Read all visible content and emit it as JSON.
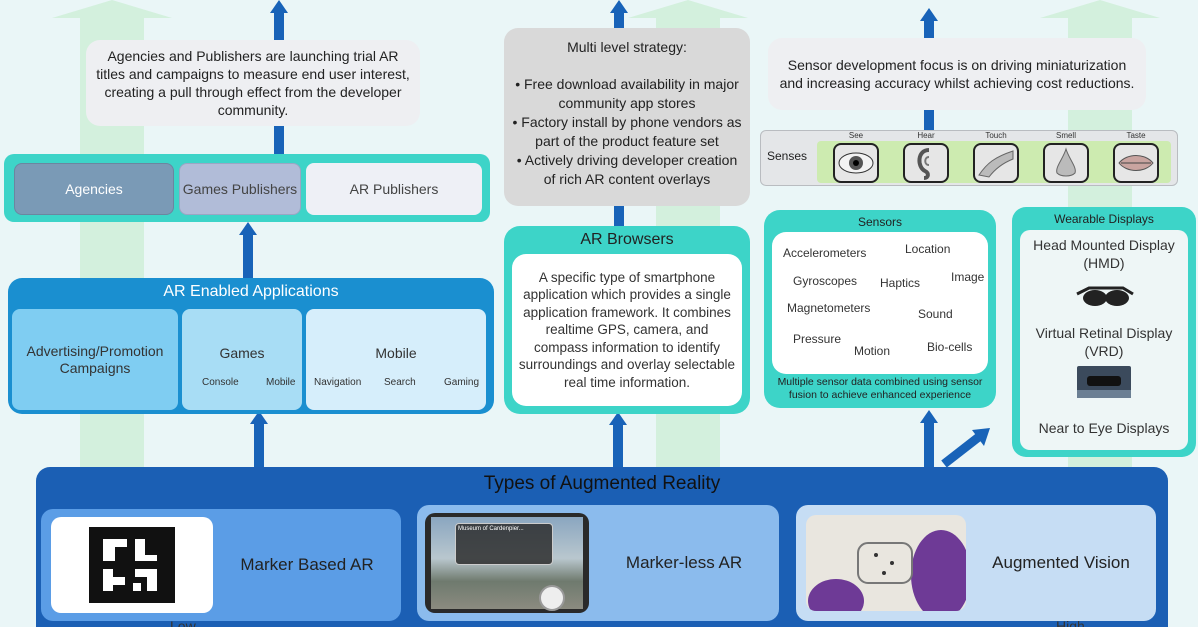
{
  "top_left_note": "Agencies and Publishers are launching trial AR titles and campaigns to measure end user interest, creating a pull through effect from the developer community.",
  "publishers_row": {
    "agencies": "Agencies",
    "games_publishers": "Games Publishers",
    "ar_publishers": "AR Publishers"
  },
  "middle_note": {
    "heading": "Multi level strategy:",
    "bullets": [
      "• Free download availability in major community app stores",
      "• Factory install by phone vendors as part of the product feature set",
      "• Actively driving developer creation of rich AR content overlays"
    ]
  },
  "right_note": "Sensor development focus is on driving miniaturization and increasing accuracy whilst achieving cost reductions.",
  "senses": {
    "label": "Senses",
    "items": [
      "See",
      "Hear",
      "Touch",
      "Smell",
      "Taste"
    ]
  },
  "ar_enabled": {
    "title": "AR Enabled Applications",
    "advertising": "Advertising/Promotion Campaigns",
    "games": "Games",
    "games_sub": [
      "Console",
      "Mobile"
    ],
    "mobile": "Mobile",
    "mobile_sub": [
      "Navigation",
      "Search",
      "Gaming"
    ]
  },
  "ar_browsers": {
    "title": "AR Browsers",
    "text": "A specific type of smartphone application which provides a single application framework. It combines realtime GPS, camera, and compass information to identify surroundings and overlay selectable real time information."
  },
  "sensors": {
    "title": "Sensors",
    "words": [
      "Accelerometers",
      "Location",
      "Gyroscopes",
      "Haptics",
      "Image",
      "Magnetometers",
      "Sound",
      "Pressure",
      "Motion",
      "Bio-cells"
    ],
    "caption": "Multiple sensor data combined using sensor fusion to achieve enhanced experience"
  },
  "wearable": {
    "title": "Wearable Displays",
    "hmd": "Head Mounted Display (HMD)",
    "vrd": "Virtual Retinal Display (VRD)",
    "ned": "Near to Eye Displays"
  },
  "types": {
    "title": "Types of Augmented Reality",
    "marker": "Marker Based AR",
    "markerless": "Marker-less AR",
    "vision": "Augmented Vision",
    "phone_screen_text": "Museum of Cardenpier...",
    "low": "Low",
    "high": "High"
  }
}
